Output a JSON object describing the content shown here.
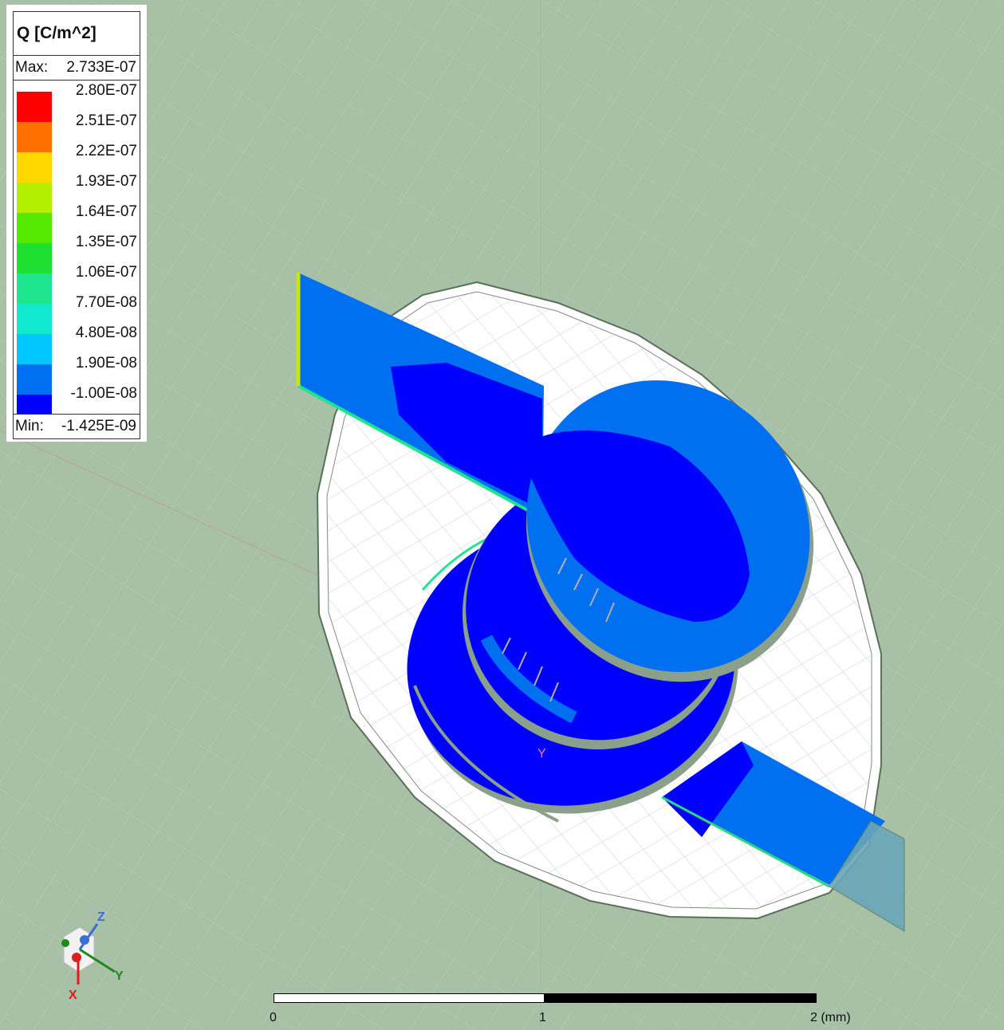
{
  "legend": {
    "title": "Q [C/m^2]",
    "max_label": "Max:",
    "max_value": "2.733E-07",
    "min_label": "Min:",
    "min_value": "-1.425E-09",
    "scale": [
      {
        "label": "2.80E-07",
        "color": "#ff0000"
      },
      {
        "label": "2.51E-07",
        "color": "#ff6f00"
      },
      {
        "label": "2.22E-07",
        "color": "#ffd800"
      },
      {
        "label": "1.93E-07",
        "color": "#b2f000"
      },
      {
        "label": "1.64E-07",
        "color": "#55e800"
      },
      {
        "label": "1.35E-07",
        "color": "#1ee030"
      },
      {
        "label": "1.06E-07",
        "color": "#1ee490"
      },
      {
        "label": "7.70E-08",
        "color": "#10e8d0"
      },
      {
        "label": "4.80E-08",
        "color": "#00c8ff"
      },
      {
        "label": "1.90E-08",
        "color": "#0070f0"
      },
      {
        "label": "-1.00E-08",
        "color": "#0000ff"
      }
    ]
  },
  "scalebar": {
    "label_0": "0",
    "label_1": "1",
    "label_2": "2 (mm)"
  },
  "axes": {
    "x_label": "X",
    "y_label": "Y",
    "z_label": "Z"
  },
  "colors": {
    "background": "#a7c0a6",
    "trace_light_blue": "#0070f0",
    "trace_dark_blue": "#0000ff",
    "substrate": "#ffffff",
    "port": "#6aa6b8"
  }
}
